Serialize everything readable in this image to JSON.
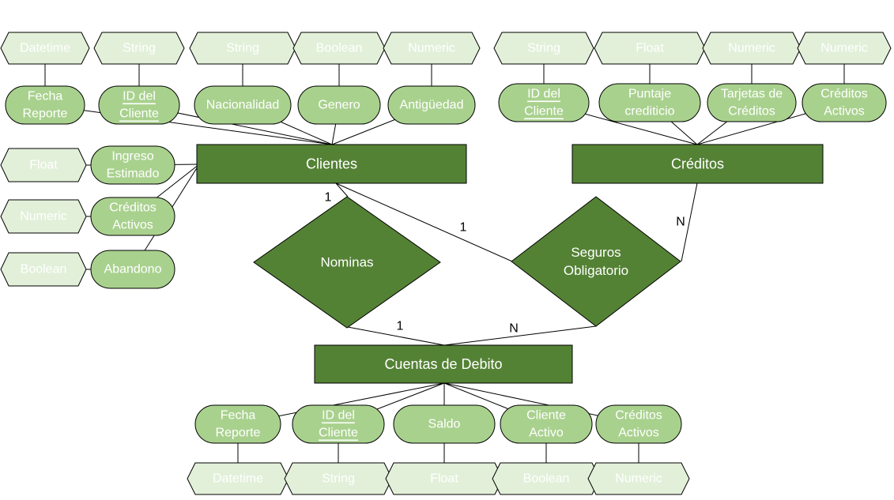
{
  "colors": {
    "entity_fill": "#548235",
    "relationship_fill": "#548235",
    "attribute_fill": "#a9d18e",
    "type_fill": "#e2f0d9",
    "outline": "#000000",
    "line": "#000000"
  },
  "entities": {
    "clientes": "Clientes",
    "creditos": "Créditos",
    "cuentas": "Cuentas de Debito"
  },
  "relationships": {
    "nominas": [
      "Nominas"
    ],
    "seguros": [
      "Seguros",
      "Obligatorio"
    ]
  },
  "cardinalities": {
    "clientes_nominas": "1",
    "clientes_seguros": "1",
    "nominas_cuentas": "1",
    "seguros_cuentas": "N",
    "creditos_seguros": "N"
  },
  "attributes": {
    "clientes_top": [
      {
        "label": [
          "Fecha",
          "Reporte"
        ],
        "type": "Datetime",
        "key": false
      },
      {
        "label": [
          "ID del",
          "Cliente"
        ],
        "type": "String",
        "key": true
      },
      {
        "label": [
          "Nacionalidad"
        ],
        "type": "String",
        "key": false
      },
      {
        "label": [
          "Genero"
        ],
        "type": "Boolean",
        "key": false
      },
      {
        "label": [
          "Antigüedad"
        ],
        "type": "Numeric",
        "key": false
      }
    ],
    "clientes_left": [
      {
        "label": [
          "Ingreso",
          "Estimado"
        ],
        "type": "Float",
        "key": false
      },
      {
        "label": [
          "Créditos",
          "Activos"
        ],
        "type": "Numeric",
        "key": false
      },
      {
        "label": [
          "Abandono"
        ],
        "type": "Boolean",
        "key": false
      }
    ],
    "creditos_top": [
      {
        "label": [
          "ID del",
          "Cliente"
        ],
        "type": "String",
        "key": true
      },
      {
        "label": [
          "Puntaje",
          "crediticio"
        ],
        "type": "Float",
        "key": false
      },
      {
        "label": [
          "Tarjetas de",
          "Créditos"
        ],
        "type": "Numeric",
        "key": false
      },
      {
        "label": [
          "Créditos",
          "Activos"
        ],
        "type": "Numeric",
        "key": false
      }
    ],
    "cuentas_bottom": [
      {
        "label": [
          "Fecha",
          "Reporte"
        ],
        "type": "Datetime",
        "key": false
      },
      {
        "label": [
          "ID del",
          "Cliente"
        ],
        "type": "String",
        "key": true
      },
      {
        "label": [
          "Saldo"
        ],
        "type": "Float",
        "key": false
      },
      {
        "label": [
          "Cliente",
          "Activo"
        ],
        "type": "Boolean",
        "key": false
      },
      {
        "label": [
          "Créditos",
          "Activos"
        ],
        "type": "Numeric",
        "key": false
      }
    ]
  }
}
